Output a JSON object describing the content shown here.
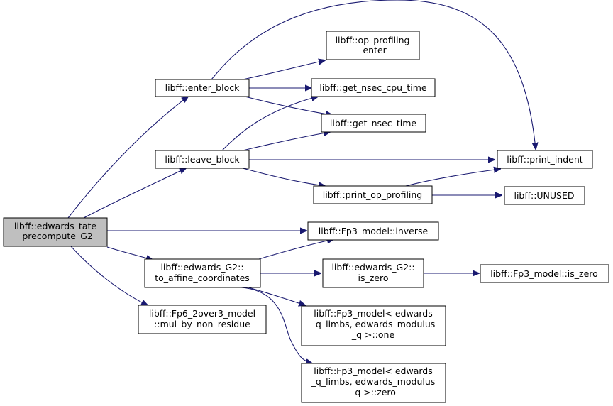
{
  "colors": {
    "edge": "#191970",
    "root_fill": "#bfbfbf",
    "node_fill": "#ffffff",
    "node_border": "#000000"
  },
  "nodes": {
    "root": [
      "libff::edwards_tate",
      "_precompute_G2"
    ],
    "enter_block": [
      "libff::enter_block"
    ],
    "leave_block": [
      "libff::leave_block"
    ],
    "op_profiling_enter": [
      "libff::op_profiling",
      "_enter"
    ],
    "get_nsec_cpu_time": [
      "libff::get_nsec_cpu_time"
    ],
    "get_nsec_time": [
      "libff::get_nsec_time"
    ],
    "print_indent": [
      "libff::print_indent"
    ],
    "print_op_profiling": [
      "libff::print_op_profiling"
    ],
    "unused": [
      "libff::UNUSED"
    ],
    "fp3_inverse": [
      "libff::Fp3_model::inverse"
    ],
    "to_affine": [
      "libff::edwards_G2::",
      "to_affine_coordinates"
    ],
    "g2_is_zero": [
      "libff::edwards_G2::",
      "is_zero"
    ],
    "fp3_is_zero": [
      "libff::Fp3_model::is_zero"
    ],
    "fp6_mul": [
      "libff::Fp6_2over3_model",
      "::mul_by_non_residue"
    ],
    "fp3_one": [
      "libff::Fp3_model< edwards",
      "_q_limbs, edwards_modulus",
      "_q >::one"
    ],
    "fp3_zero": [
      "libff::Fp3_model< edwards",
      "_q_limbs, edwards_modulus",
      "_q >::zero"
    ]
  }
}
